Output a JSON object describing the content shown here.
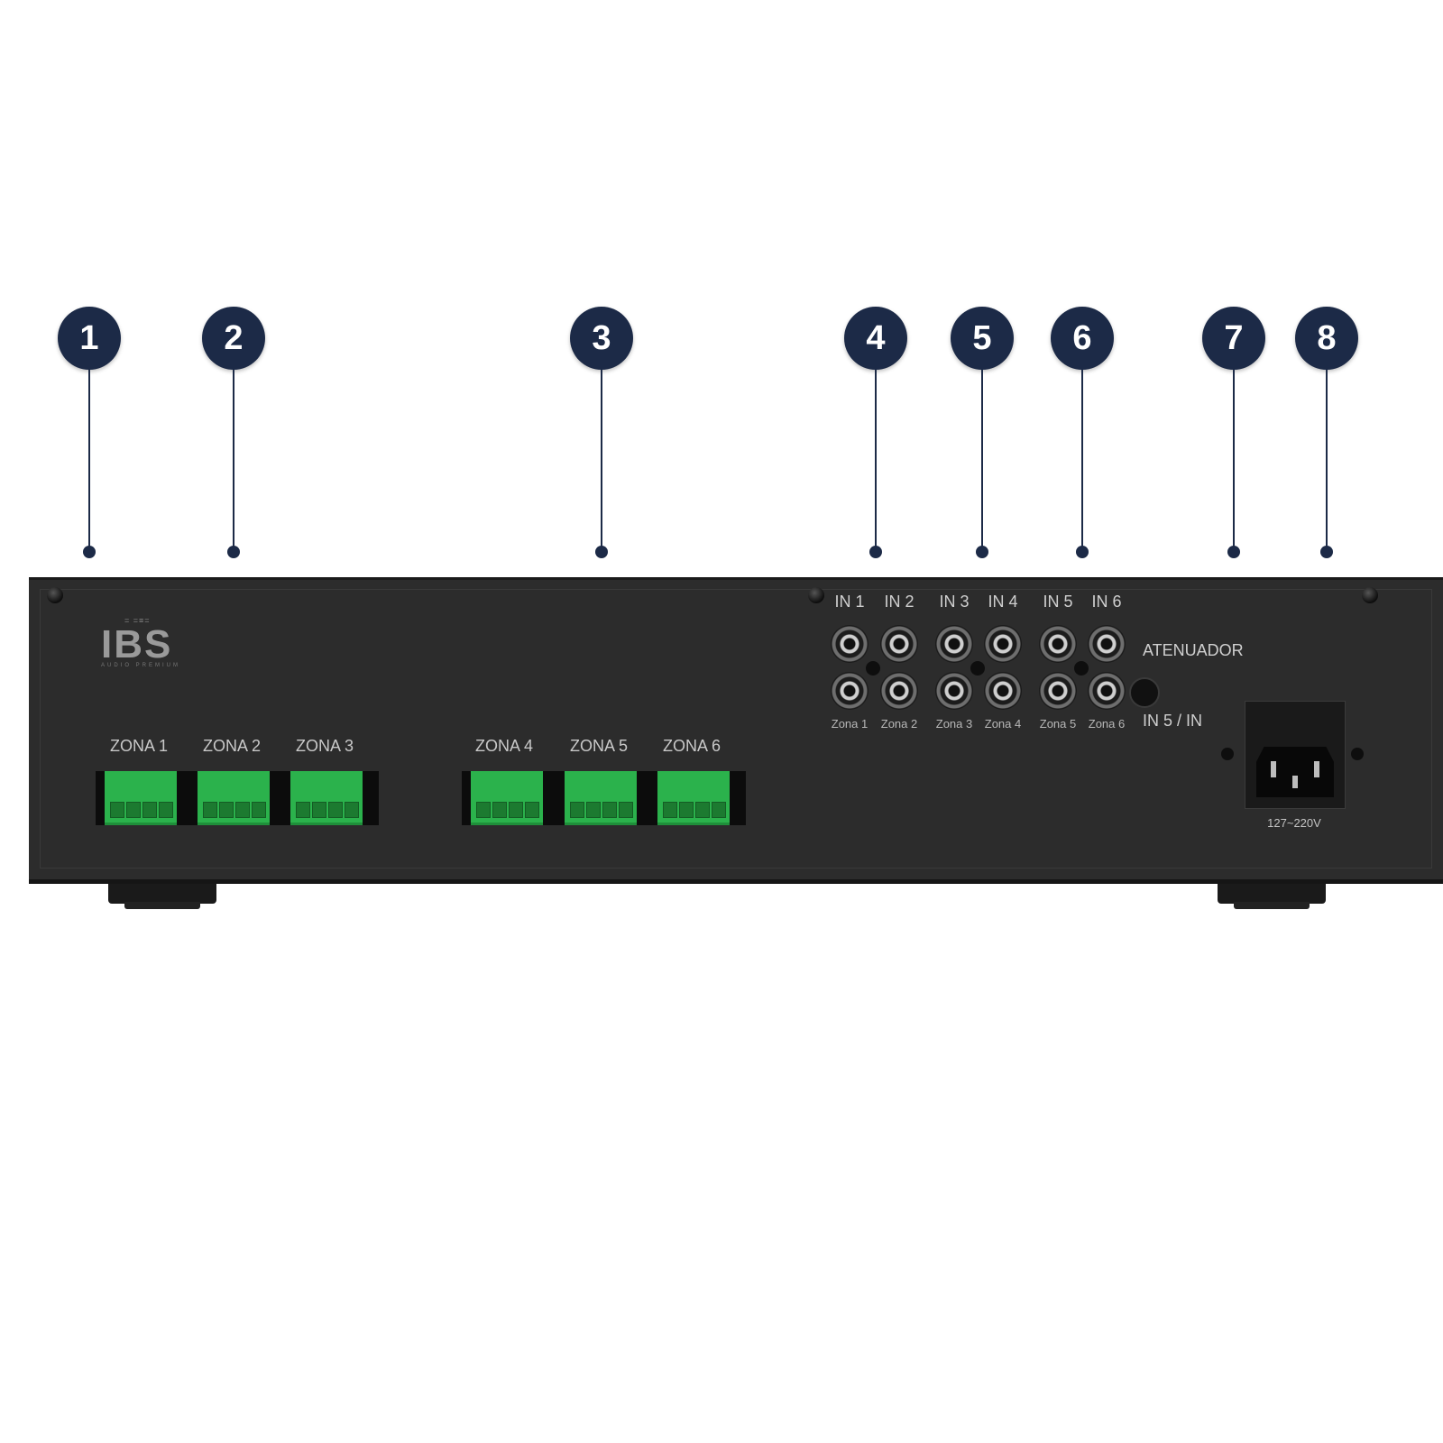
{
  "callouts": [
    {
      "number": "1"
    },
    {
      "number": "2"
    },
    {
      "number": "3"
    },
    {
      "number": "4"
    },
    {
      "number": "5"
    },
    {
      "number": "6"
    },
    {
      "number": "7"
    },
    {
      "number": "8"
    }
  ],
  "device": {
    "logo": {
      "marks": "= =≡=",
      "brand": "IBS",
      "tagline": "AUDIO PREMIUM"
    },
    "zones": [
      {
        "label": "ZONA 1"
      },
      {
        "label": "ZONA 2"
      },
      {
        "label": "ZONA 3"
      },
      {
        "label": "ZONA 4"
      },
      {
        "label": "ZONA 5"
      },
      {
        "label": "ZONA 6"
      }
    ],
    "inputs": [
      {
        "label": "IN 1",
        "zone": "Zona 1"
      },
      {
        "label": "IN 2",
        "zone": "Zona 2"
      },
      {
        "label": "IN 3",
        "zone": "Zona 3"
      },
      {
        "label": "IN 4",
        "zone": "Zona 4"
      },
      {
        "label": "IN 5",
        "zone": "Zona 5"
      },
      {
        "label": "IN 6",
        "zone": "Zona 6"
      }
    ],
    "attenuator_label": "ATENUADOR",
    "in_switch_label": "IN 5 / IN",
    "voltage_label": "127~220V"
  },
  "colors": {
    "callout": "#1c2a47",
    "chassis": "#2c2c2c",
    "terminal_green": "#2bb24c"
  }
}
